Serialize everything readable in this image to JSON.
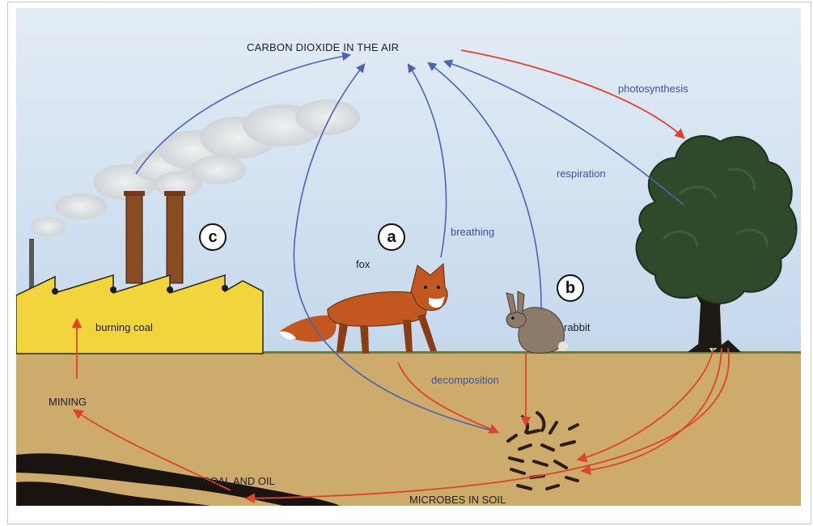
{
  "diagram": {
    "labels": {
      "co2_air": "CARBON DIOXIDE IN THE AIR",
      "photosynthesis": "photosynthesis",
      "respiration": "respiration",
      "breathing": "breathing",
      "fox": "fox",
      "rabbit": "rabbit",
      "burning_coal": "burning coal",
      "decomposition": "decomposition",
      "mining": "MINING",
      "coal_and_oil": "COAL AND OIL",
      "microbes_in_soil": "MICROBES IN SOIL"
    },
    "markers": {
      "a": "a",
      "b": "b",
      "c": "c"
    },
    "colors": {
      "sky": "#d4e2f1",
      "ground": "#ccab6c",
      "factory": "#f2d43c",
      "chimney": "#8a4a22",
      "tree": "#2f4a2a",
      "fox": "#c2581f",
      "rabbit": "#8c7a6a",
      "co2_arrow": "#4a62b8",
      "carbon_arrow": "#e0432a",
      "coal": "#1a1410"
    }
  }
}
